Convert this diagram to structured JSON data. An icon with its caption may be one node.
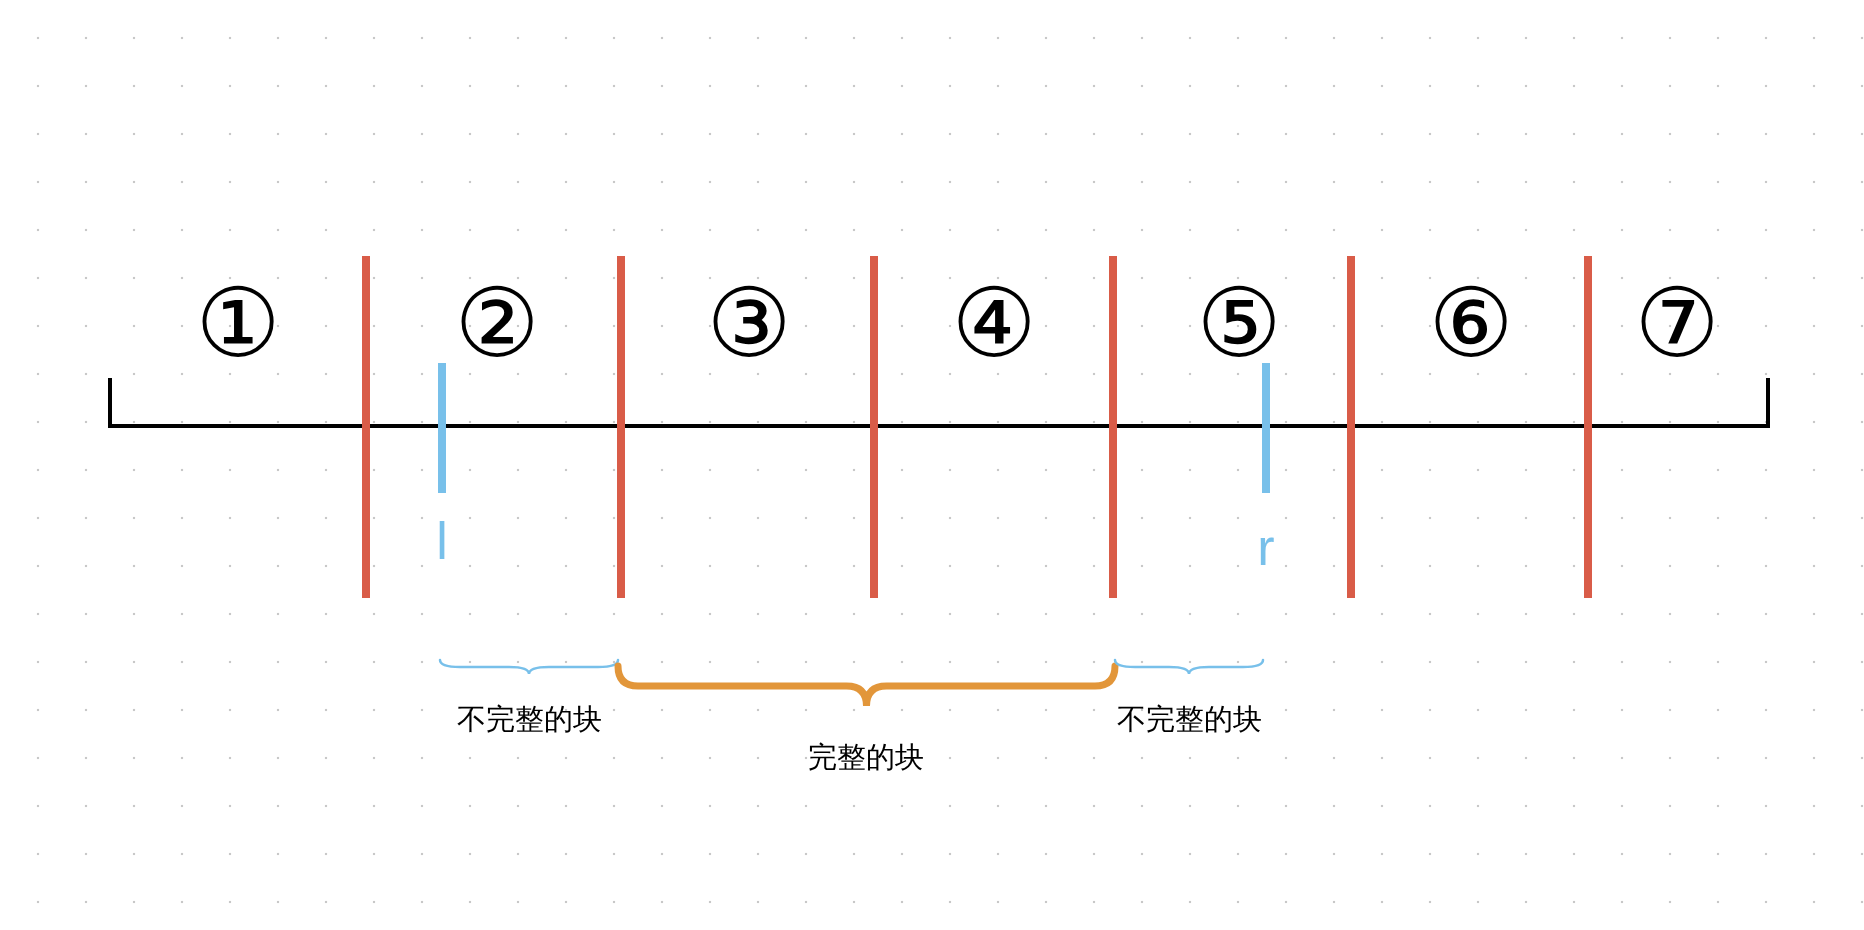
{
  "diagram": {
    "labels": [
      "①",
      "②",
      "③",
      "④",
      "⑤",
      "⑥",
      "⑦",
      "l",
      "r",
      "不完整的块",
      "完整的块",
      "不完整的块"
    ]
  }
}
